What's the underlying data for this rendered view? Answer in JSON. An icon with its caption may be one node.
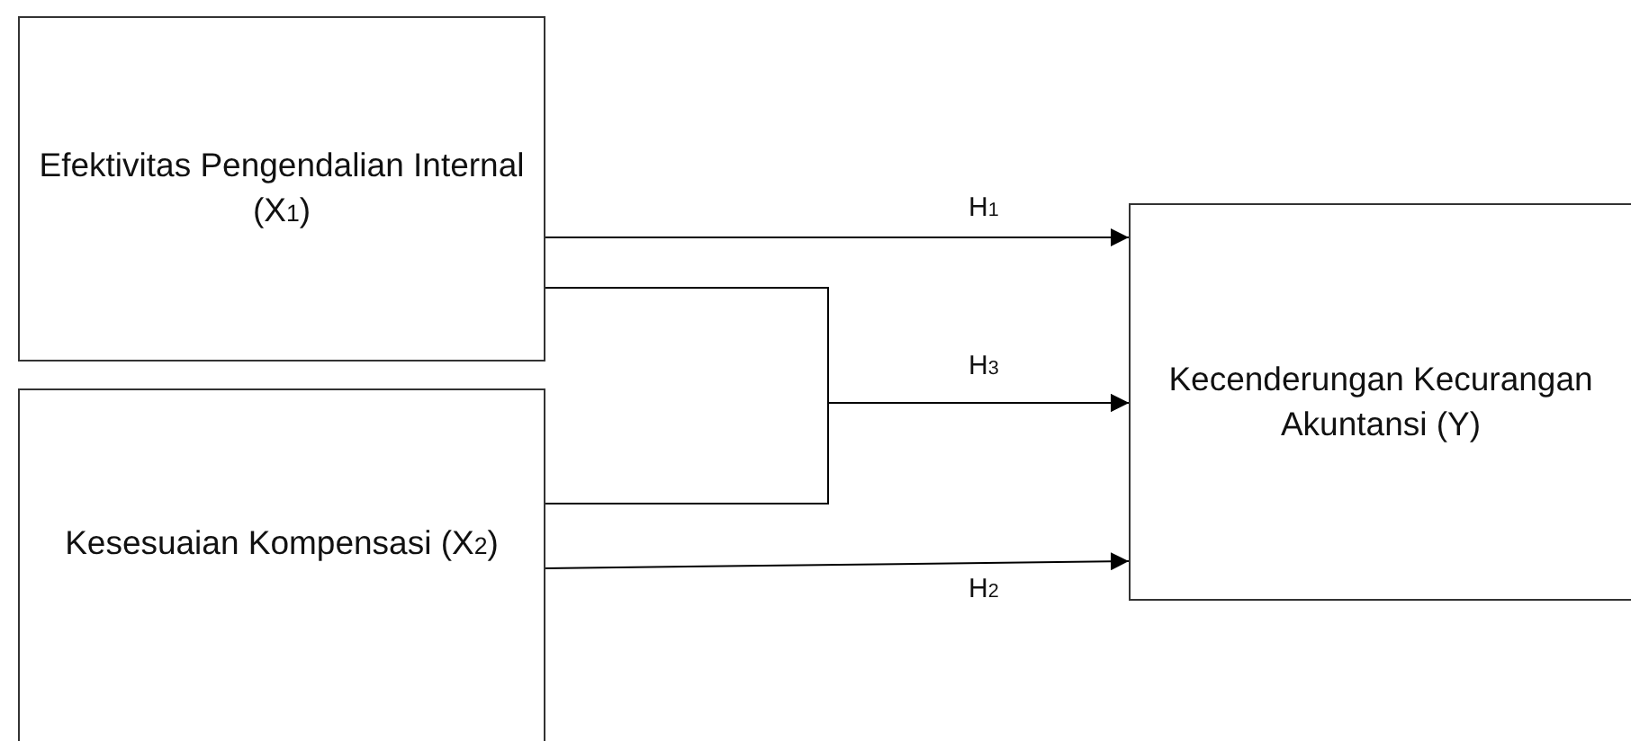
{
  "diagram": {
    "nodes": [
      {
        "text": [
          "Efektivitas Pengendalian Internal (X$_{1}$)"
        ]
      },
      {
        "text": [
          "Kesesuaian Kompensasi (X$_{2}$)"
        ]
      },
      {
        "text": [
          "Kecenderungan Kecurangan Akuntansi (Y)"
        ]
      }
    ],
    "edges": [
      {
        "from": 0,
        "to": 2,
        "arrow": "to",
        "label": "H$_{1}$"
      },
      {
        "from": 0,
        "to": 2,
        "arrow": "to",
        "label": "H$_{3}$"
      },
      {
        "from": 1,
        "to": 2,
        "arrow": "to"
      },
      {
        "from": 1,
        "to": 2,
        "arrow": "to",
        "label": "H$_{2}$"
      }
    ]
  }
}
